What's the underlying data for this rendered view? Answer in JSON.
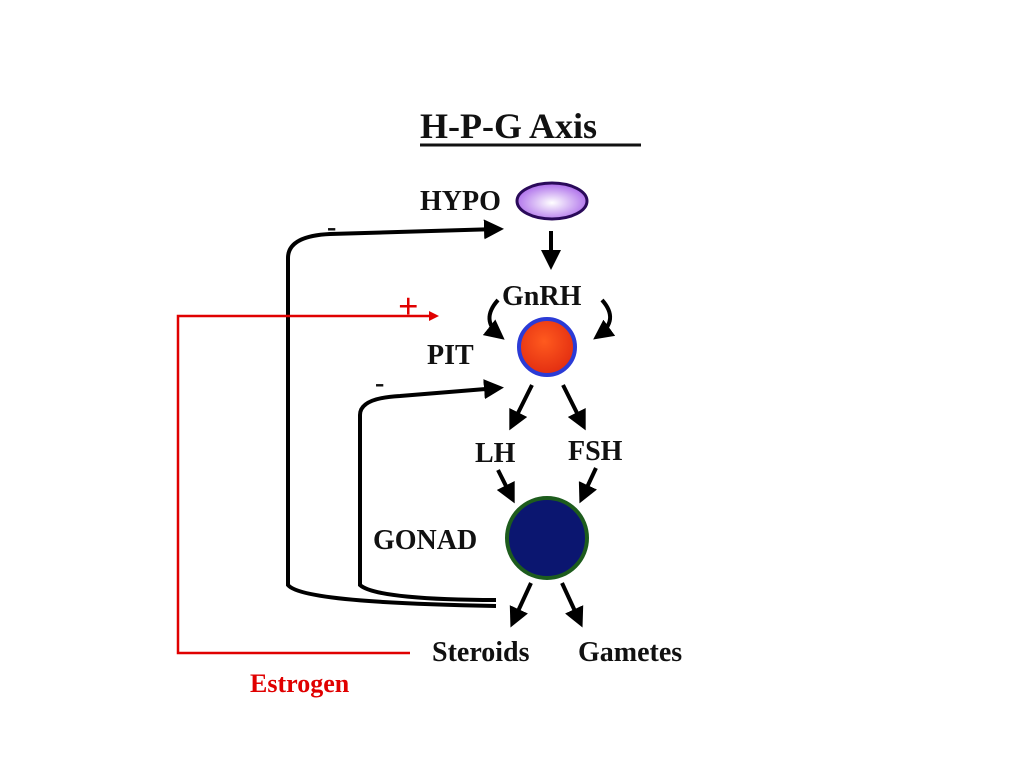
{
  "title": "H-P-G Axis",
  "nodes": {
    "hypo": "HYPO",
    "gnrh": "GnRH",
    "pit": "PIT",
    "lh": "LH",
    "fsh": "FSH",
    "gonad": "GONAD",
    "steroids": "Steroids",
    "gametes": "Gametes"
  },
  "feedback": {
    "negative_outer": "-",
    "negative_inner": "-",
    "positive": "+",
    "estrogen": "Estrogen"
  },
  "colors": {
    "hypo_fill": "#b47cf0",
    "pit_fill": "#f23c14",
    "pit_stroke": "#2b3bd6",
    "gonad_fill": "#0b1670",
    "gonad_stroke": "#1d5c1d",
    "estrogen_line": "#e00000",
    "arrows": "#000000"
  }
}
